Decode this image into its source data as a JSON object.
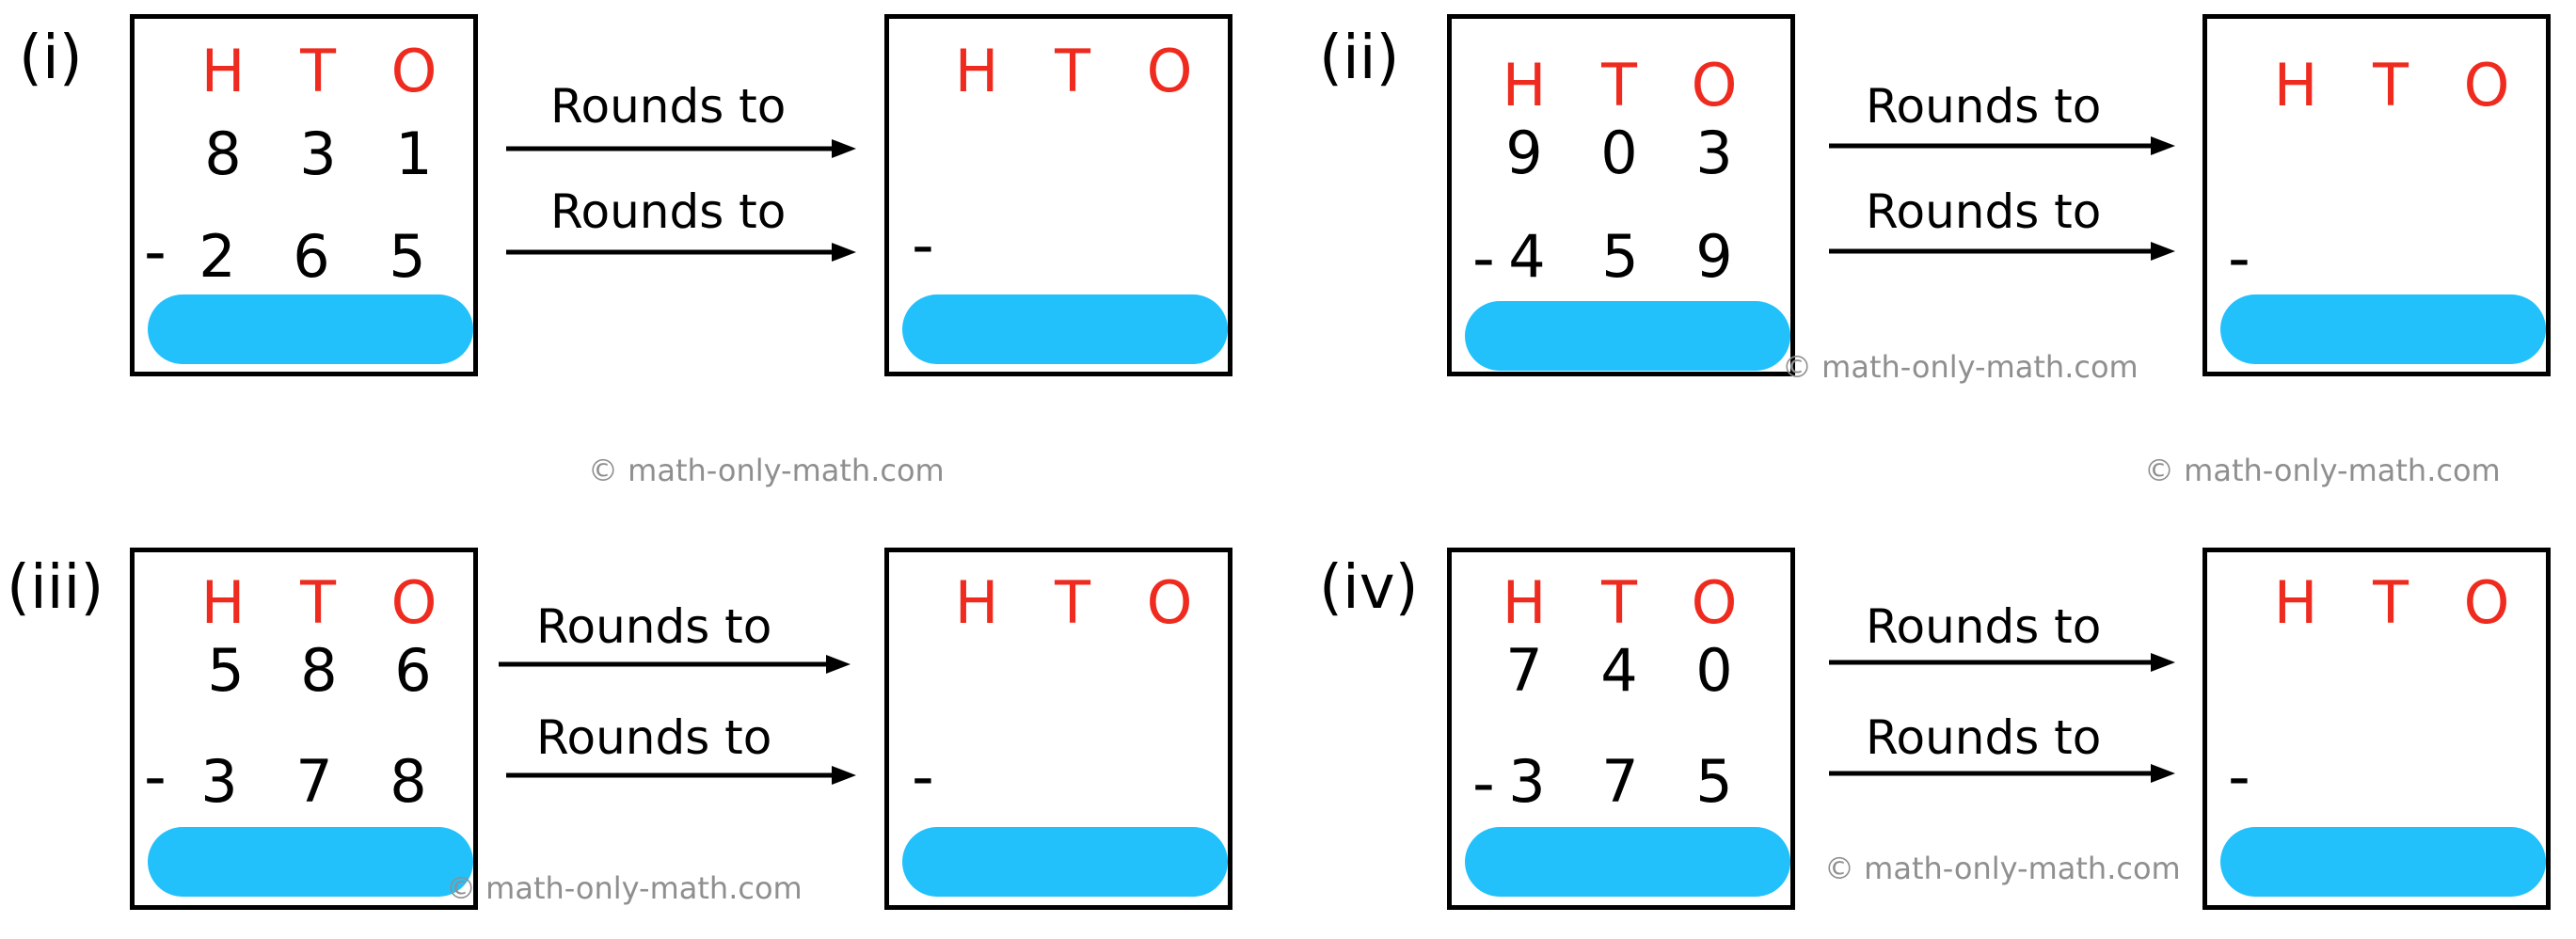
{
  "colors": {
    "header": "#ee2b1e",
    "answer_pill": "#22c1fb",
    "watermark": "#8f8f8f"
  },
  "problems": [
    {
      "label": "(i)",
      "left_box": {
        "headers": [
          "H",
          "T",
          "O"
        ],
        "minuend": [
          "8",
          "3",
          "1"
        ],
        "subtrahend": [
          "2",
          "6",
          "5"
        ],
        "minus": "-"
      },
      "arrow_labels": [
        "Rounds to",
        "Rounds to"
      ],
      "right_box": {
        "headers": [
          "H",
          "T",
          "O"
        ],
        "minus": "-"
      }
    },
    {
      "label": "(ii)",
      "left_box": {
        "headers": [
          "H",
          "T",
          "O"
        ],
        "minuend": [
          "9",
          "0",
          "3"
        ],
        "subtrahend": [
          "4",
          "5",
          "9"
        ],
        "minus": "-"
      },
      "arrow_labels": [
        "Rounds to",
        "Rounds to"
      ],
      "right_box": {
        "headers": [
          "H",
          "T",
          "O"
        ],
        "minus": "-"
      }
    },
    {
      "label": "(iii)",
      "left_box": {
        "headers": [
          "H",
          "T",
          "O"
        ],
        "minuend": [
          "5",
          "8",
          "6"
        ],
        "subtrahend": [
          "3",
          "7",
          "8"
        ],
        "minus": "-"
      },
      "arrow_labels": [
        "Rounds to",
        "Rounds to"
      ],
      "right_box": {
        "headers": [
          "H",
          "T",
          "O"
        ],
        "minus": "-"
      }
    },
    {
      "label": "(iv)",
      "left_box": {
        "headers": [
          "H",
          "T",
          "O"
        ],
        "minuend": [
          "7",
          "4",
          "0"
        ],
        "subtrahend": [
          "3",
          "7",
          "5"
        ],
        "minus": "-"
      },
      "arrow_labels": [
        "Rounds to",
        "Rounds to"
      ],
      "right_box": {
        "headers": [
          "H",
          "T",
          "O"
        ],
        "minus": "-"
      }
    }
  ],
  "watermarks": [
    "© math-only-math.com",
    "© math-only-math.com",
    "© math-only-math.com",
    "© math-only-math.com",
    "© math-only-math.com"
  ]
}
